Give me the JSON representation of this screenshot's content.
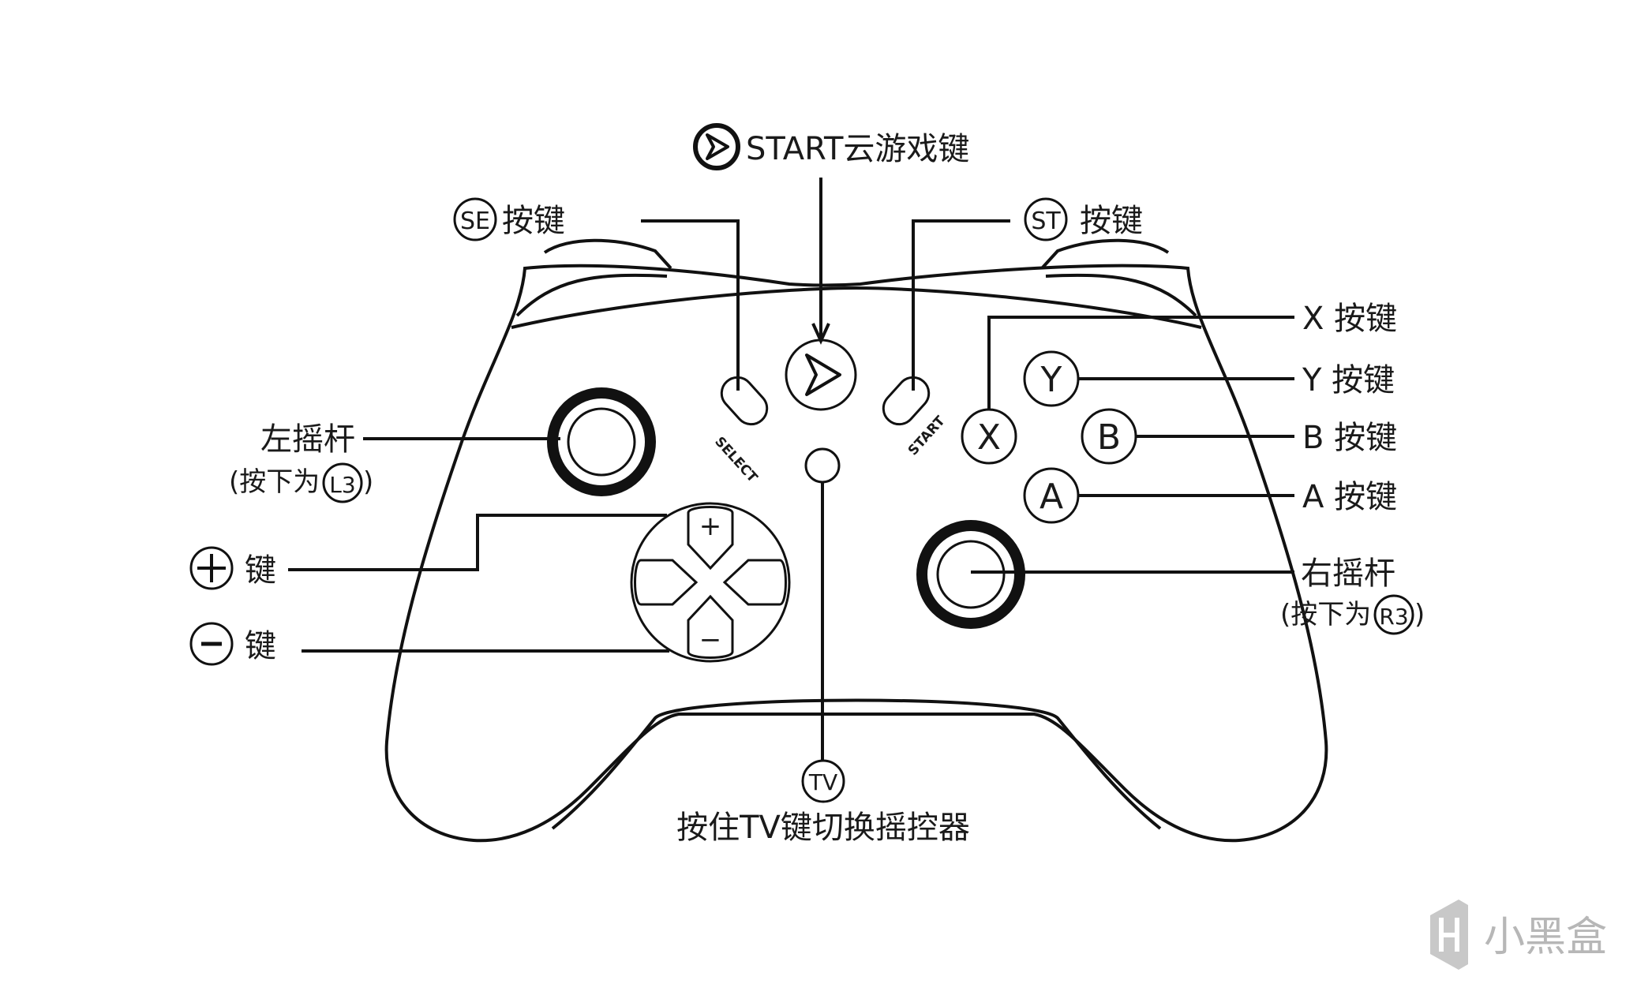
{
  "labels": {
    "start_cloud": "START云游戏键",
    "se_badge": "SE",
    "se_text": "按键",
    "st_badge": "ST",
    "st_text": "按键",
    "x_text": "X 按键",
    "y_text": "Y 按键",
    "b_text": "B 按键",
    "a_text": "A 按键",
    "left_stick": "左摇杆",
    "left_stick_note_open": "(按下为",
    "left_stick_badge": "L3",
    "left_stick_note_close": ")",
    "plus_text": "键",
    "minus_text": "键",
    "right_stick": "右摇杆",
    "right_stick_note_open": "(按下为",
    "right_stick_badge": "R3",
    "right_stick_note_close": ")",
    "tv_badge": "TV",
    "tv_text": "按住TV键切换摇控器"
  },
  "controller": {
    "select_print": "SELECT",
    "start_print": "START",
    "face_buttons": {
      "x": "X",
      "y": "Y",
      "b": "B",
      "a": "A"
    },
    "dpad_up": "+",
    "dpad_down": "−"
  },
  "watermark": {
    "text": "小黑盒"
  },
  "icons": {
    "start_icon": "play-arrow-icon",
    "plus_icon": "plus-circle-icon",
    "minus_icon": "minus-circle-icon",
    "watermark_logo": "heybox-logo-icon"
  },
  "colors": {
    "ink": "#111111",
    "background": "#ffffff",
    "watermark": "#9a9a9a"
  }
}
